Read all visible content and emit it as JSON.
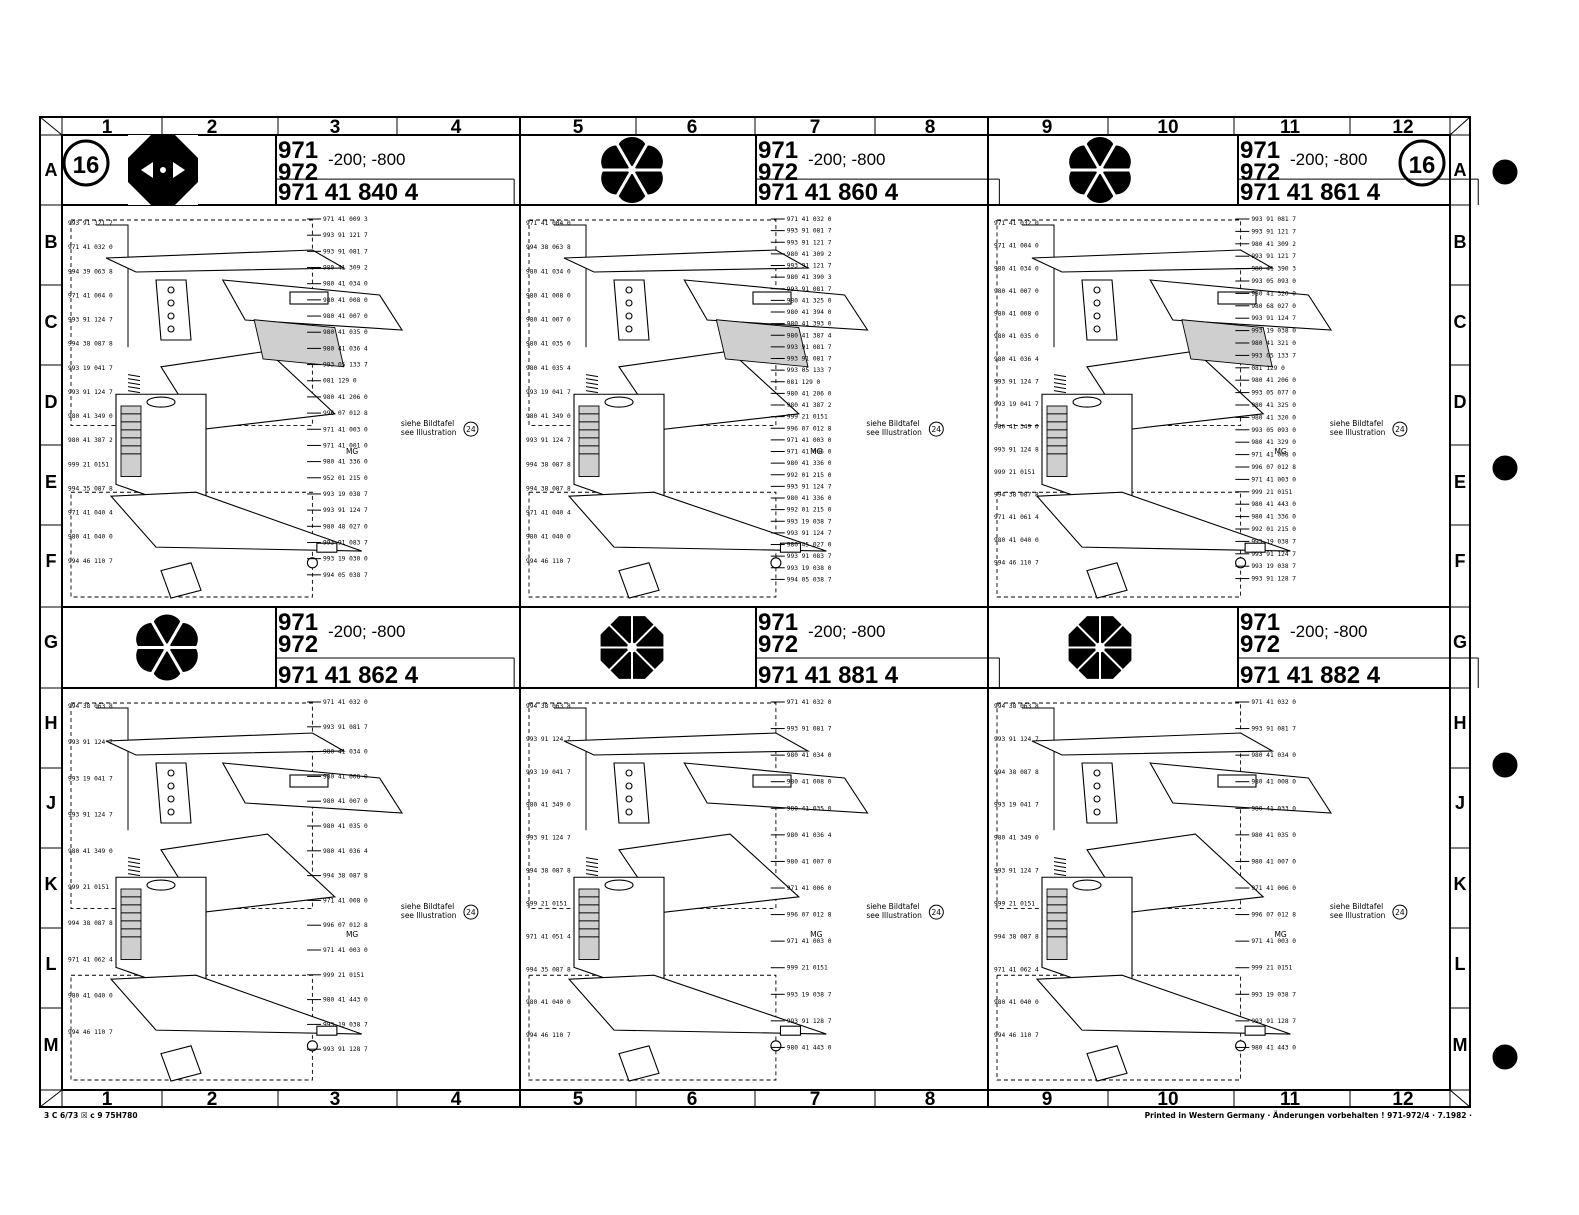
{
  "sheet": {
    "number": "16",
    "col_labels_top": [
      "1",
      "2",
      "3",
      "4",
      "5",
      "6",
      "7",
      "8",
      "9",
      "10",
      "11",
      "12"
    ],
    "col_labels_bottom": [
      "1",
      "2",
      "3",
      "4",
      "5",
      "6",
      "7",
      "8",
      "9",
      "10",
      "11",
      "12"
    ],
    "row_labels_left": [
      "A",
      "B",
      "C",
      "D",
      "E",
      "F",
      "G",
      "H",
      "J",
      "K",
      "L",
      "M"
    ],
    "row_labels_right": [
      "A",
      "B",
      "C",
      "D",
      "E",
      "F",
      "G",
      "H",
      "J",
      "K",
      "L",
      "M"
    ],
    "footer_left": "3 C 6/73  ☒ c  9 75H780",
    "footer_right": "Printed in Western Germany · Änderungen vorbehalten ! 971-972/4 · 7.1982 ·"
  },
  "panels": [
    {
      "model_1": "971",
      "model_2": "972",
      "variants": "-200; -800",
      "part_number": "971 41 840 4",
      "icon": "cross-cam-icon",
      "ref_label": "siehe Bildtafel",
      "ref_label_en": "see Illustration",
      "ref_number": "24",
      "callouts_left": [
        "993 91 121 7",
        "971 41 032 0",
        "994 39 063 8",
        "971 41 004 0",
        "993 91 124 7",
        "994 38 087 8",
        "993 19 041 7",
        "993 91 124 7",
        "980 41 349 0",
        "980 41 387 2",
        "999 21 0151",
        "994 35 087 8",
        "971 41 040 4",
        "980 41 040 0",
        "994 46 110 7"
      ],
      "callouts_right": [
        "971 41 009 3",
        "993 91 121 7",
        "993 91 081 7",
        "980 41 309 2",
        "980 41 034 0",
        "980 41 008 0",
        "980 41 007 0",
        "980 41 035 0",
        "980 41 036 4",
        "993 05 133 7",
        "081 129 0",
        "980 41 206 0",
        "996 07 012 8",
        "971 41 003 0",
        "971 41 001 0",
        "980 41 336 0",
        "952 01 215 0",
        "993 19 038 7",
        "993 91 124 7",
        "980 48 027 0",
        "993 91 083 7",
        "993 19 030 0",
        "994 05 038 7"
      ],
      "mg": "MG"
    },
    {
      "model_1": "971",
      "model_2": "972",
      "variants": "-200; -800",
      "part_number": "971 41 860 4",
      "icon": "six-lobe-cam-icon",
      "ref_label": "siehe Bildtafel",
      "ref_label_en": "see Illustration",
      "ref_number": "24",
      "callouts_left": [
        "971 41 004 0",
        "994 38 063 8",
        "980 41 034 0",
        "980 41 008 0",
        "980 41 007 0",
        "980 41 035 0",
        "980 41 035 4",
        "993 19 041 7",
        "980 41 349 0",
        "993 91 124 7",
        "994 38 087 8",
        "994 38 087 8",
        "971 41 040 4",
        "980 41 040 0",
        "994 46 110 7"
      ],
      "callouts_right": [
        "971 41 032 0",
        "993 91 081 7",
        "993 91 121 7",
        "980 41 309 2",
        "993 91 121 7",
        "980 41 390 3",
        "993 91 081 7",
        "980 41 325 0",
        "980 41 394 0",
        "980 41 393 0",
        "980 41 387 4",
        "993 91 081 7",
        "993 91 081 7",
        "993 05 133 7",
        "081 129 0",
        "980 41 206 0",
        "980 41 387 2",
        "999 21 0151",
        "996 07 012 8",
        "971 41 003 0",
        "971 41 005 0",
        "980 41 336 0",
        "992 01 215 0",
        "993 91 124 7",
        "980 41 336 0",
        "992 01 215 0",
        "993 19 038 7",
        "993 91 124 7",
        "980 45 027 0",
        "993 91 083 7",
        "993 19 038 0",
        "994 05 038 7"
      ],
      "mg": "MG"
    },
    {
      "model_1": "971",
      "model_2": "972",
      "variants": "-200; -800",
      "part_number": "971 41 861 4",
      "icon": "six-lobe-cam-icon",
      "ref_label": "siehe Bildtafel",
      "ref_label_en": "see Illustration",
      "ref_number": "24",
      "callouts_left": [
        "971 41 032 0",
        "971 41 004 0",
        "980 41 034 0",
        "980 41 007 0",
        "980 41 008 0",
        "980 41 035 0",
        "980 41 036 4",
        "993 91 124 7",
        "993 19 041 7",
        "980 41 349 0",
        "993 91 124 8",
        "999 21 0151",
        "994 38 087 8",
        "971 41 061 4",
        "980 41 040 0",
        "994 46 110 7"
      ],
      "callouts_right": [
        "993 91 081 7",
        "993 91 121 7",
        "980 41 309 2",
        "993 91 121 7",
        "980 41 390 3",
        "993 05 093 0",
        "980 41 320 0",
        "980 68 027 0",
        "993 91 124 7",
        "993 19 038 0",
        "980 41 321 0",
        "993 05 133 7",
        "081 129 0",
        "980 41 206 0",
        "993 05 077 0",
        "980 41 325 0",
        "980 41 320 0",
        "993 05 093 0",
        "980 41 329 0",
        "971 41 008 0",
        "996 07 012 8",
        "971 41 003 0",
        "999 21 0151",
        "980 41 443 0",
        "980 41 336 0",
        "992 01 215 0",
        "993 19 038 7",
        "993 91 124 7",
        "993 19 038 7",
        "993 91 128 7"
      ],
      "mg": "MG"
    },
    {
      "model_1": "971",
      "model_2": "972",
      "variants": "-200; -800",
      "part_number": "971 41 862 4",
      "icon": "six-lobe-cam-icon",
      "ref_label": "siehe Bildtafel",
      "ref_label_en": "see Illustration",
      "ref_number": "24",
      "callouts_left": [
        "994 38 063 8",
        "993 91 124 7",
        "993 19 041 7",
        "993 91 124 7",
        "980 41 349 0",
        "999 21 0151",
        "994 38 087 8",
        "971 41 062 4",
        "980 41 040 0",
        "994 46 110 7"
      ],
      "callouts_right": [
        "971 41 032 0",
        "993 91 081 7",
        "980 41 034 0",
        "980 41 008 0",
        "980 41 007 0",
        "980 41 035 0",
        "980 41 036 4",
        "994 38 087 8",
        "971 41 008 0",
        "996 07 012 8",
        "971 41 003 0",
        "999 21 0151",
        "980 41 443 0",
        "993 19 038 7",
        "993 91 128 7"
      ],
      "mg": "MG"
    },
    {
      "model_1": "971",
      "model_2": "972",
      "variants": "-200; -800",
      "part_number": "971 41 881 4",
      "icon": "eight-segment-cam-icon",
      "ref_label": "siehe Bildtafel",
      "ref_label_en": "see Illustration",
      "ref_number": "24",
      "callouts_left": [
        "994 38 063 8",
        "993 91 124 7",
        "993 19 041 7",
        "980 41 349 0",
        "993 91 124 7",
        "994 38 087 8",
        "999 21 0151",
        "971 41 051 4",
        "994 35 087 8",
        "980 41 040 0",
        "994 46 110 7"
      ],
      "callouts_right": [
        "971 41 032 0",
        "993 91 081 7",
        "980 41 034 0",
        "980 41 008 0",
        "980 41 035 0",
        "980 41 036 4",
        "980 41 007 0",
        "971 41 006 0",
        "996 07 012 8",
        "971 41 003 0",
        "999 21 0151",
        "993 19 038 7",
        "993 91 128 7",
        "980 41 443 0"
      ],
      "mg": "MG"
    },
    {
      "model_1": "971",
      "model_2": "972",
      "variants": "-200; -800",
      "part_number": "971 41 882 4",
      "icon": "eight-segment-cam-icon",
      "ref_label": "siehe Bildtafel",
      "ref_label_en": "see Illustration",
      "ref_number": "24",
      "callouts_left": [
        "994 38 063 8",
        "993 91 124 7",
        "994 38 087 8",
        "993 19 041 7",
        "980 41 349 0",
        "993 91 124 7",
        "999 21 0151",
        "994 38 087 8",
        "971 41 062 4",
        "980 41 040 0",
        "994 46 110 7"
      ],
      "callouts_right": [
        "971 41 032 0",
        "993 91 081 7",
        "980 41 034 0",
        "980 41 008 0",
        "980 41 033 0",
        "980 41 035 0",
        "980 41 007 0",
        "971 41 006 0",
        "996 07 012 8",
        "971 41 003 0",
        "999 21 0151",
        "993 19 038 7",
        "993 91 128 7",
        "980 41 443 0"
      ],
      "mg": "MG"
    }
  ]
}
